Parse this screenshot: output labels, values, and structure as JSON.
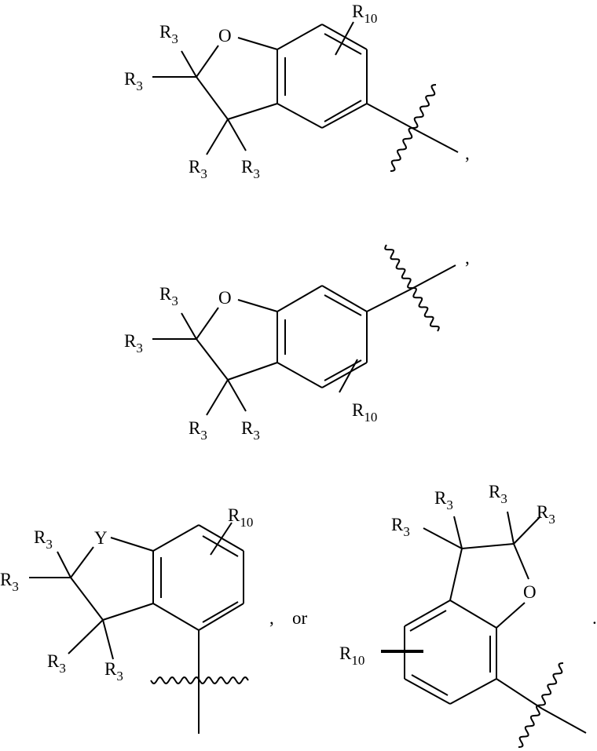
{
  "structures": [
    {
      "labels": [
        {
          "main": "R",
          "sub": "3"
        },
        {
          "main": "R",
          "sub": "3"
        },
        {
          "main": "R",
          "sub": "3"
        },
        {
          "main": "R",
          "sub": "3"
        },
        {
          "main": "O"
        },
        {
          "main": "R",
          "sub": "10"
        }
      ],
      "punct": ","
    },
    {
      "labels": [
        {
          "main": "R",
          "sub": "3"
        },
        {
          "main": "R",
          "sub": "3"
        },
        {
          "main": "R",
          "sub": "3"
        },
        {
          "main": "R",
          "sub": "3"
        },
        {
          "main": "O"
        },
        {
          "main": "R",
          "sub": "10"
        }
      ],
      "punct": ","
    },
    {
      "labels": [
        {
          "main": "R",
          "sub": "3"
        },
        {
          "main": "R",
          "sub": "3"
        },
        {
          "main": "Y"
        },
        {
          "main": "R",
          "sub": "10"
        },
        {
          "main": "R",
          "sub": "3"
        },
        {
          "main": "R",
          "sub": "3"
        }
      ],
      "punct": ",",
      "conjunction": "or"
    },
    {
      "labels": [
        {
          "main": "R",
          "sub": "3"
        },
        {
          "main": "R",
          "sub": "3"
        },
        {
          "main": "R",
          "sub": "3"
        },
        {
          "main": "R",
          "sub": "3"
        },
        {
          "main": "O"
        },
        {
          "main": "R",
          "sub": "10"
        }
      ],
      "punct": "."
    }
  ]
}
